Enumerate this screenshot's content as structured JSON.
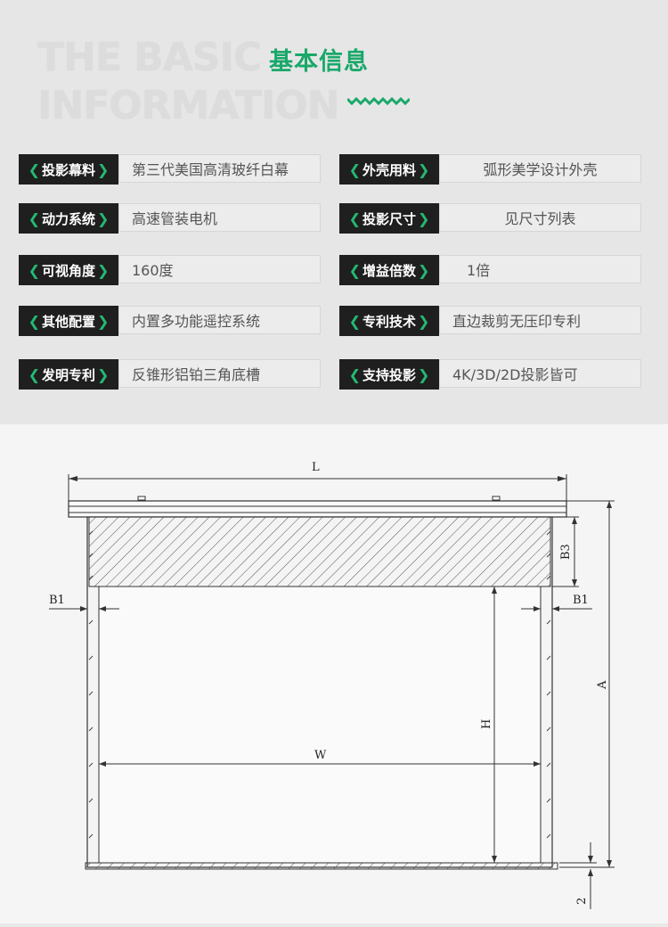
{
  "header": {
    "en_line1": "THE BASIC",
    "en_line2": "INFORMATION",
    "cn_title": "基本信息",
    "accent_color": "#1aa86a"
  },
  "specs": [
    {
      "label": "投影幕料",
      "value": "第三代美国高清玻纤白幕"
    },
    {
      "label": "外壳用料",
      "value": "弧形美学设计外壳"
    },
    {
      "label": "动力系统",
      "value": "高速管装电机"
    },
    {
      "label": "投影尺寸",
      "value": "见尺寸列表"
    },
    {
      "label": "可视角度",
      "value": "160度"
    },
    {
      "label": "增益倍数",
      "value": "1倍"
    },
    {
      "label": "其他配置",
      "value": "内置多功能遥控系统"
    },
    {
      "label": "专利技术",
      "value": "直边裁剪无压印专利"
    },
    {
      "label": "发明专利",
      "value": "反锥形铝铂三角底槽"
    },
    {
      "label": "支持投影",
      "value": "4K/3D/2D投影皆可"
    }
  ],
  "diagram": {
    "labels": {
      "L": "L",
      "B1_left": "B1",
      "B1_right": "B1",
      "B3": "B3",
      "A": "A",
      "H": "H",
      "W": "W",
      "bottom": "2"
    }
  }
}
